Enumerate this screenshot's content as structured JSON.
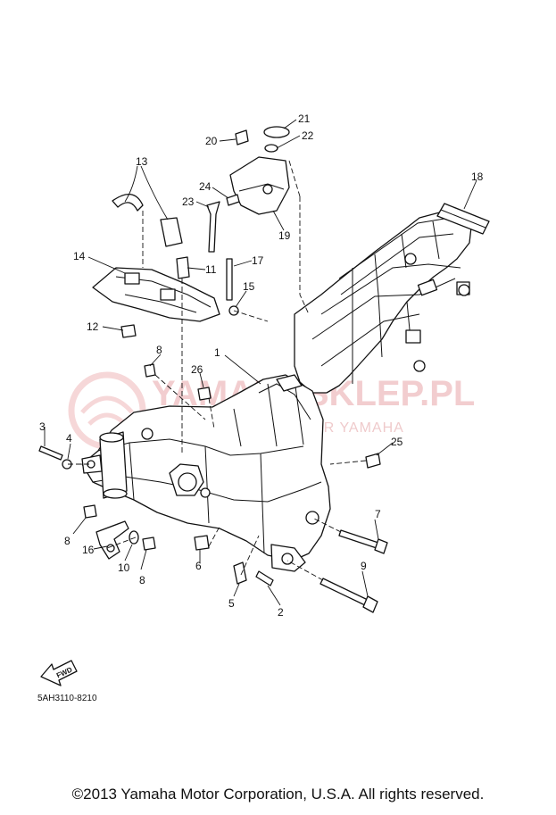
{
  "watermark": {
    "brand": "YAMAHASKLEP.PL",
    "subtitle": "WIDOCZNY DEALER YAMAHA"
  },
  "diagram": {
    "callouts": [
      "1",
      "2",
      "3",
      "4",
      "5",
      "6",
      "7",
      "8",
      "8",
      "8",
      "9",
      "10",
      "11",
      "12",
      "13",
      "14",
      "15",
      "16",
      "17",
      "18",
      "19",
      "20",
      "21",
      "22",
      "23",
      "24",
      "25",
      "26"
    ],
    "fwd_label": "FWD",
    "diagram_code": "5AH3110-8210"
  },
  "footer": {
    "copyright": "©2013 Yamaha Motor Corporation, U.S.A. All rights reserved."
  },
  "colors": {
    "line": "#111111",
    "watermark": "#e9a6a8",
    "background": "#ffffff"
  }
}
